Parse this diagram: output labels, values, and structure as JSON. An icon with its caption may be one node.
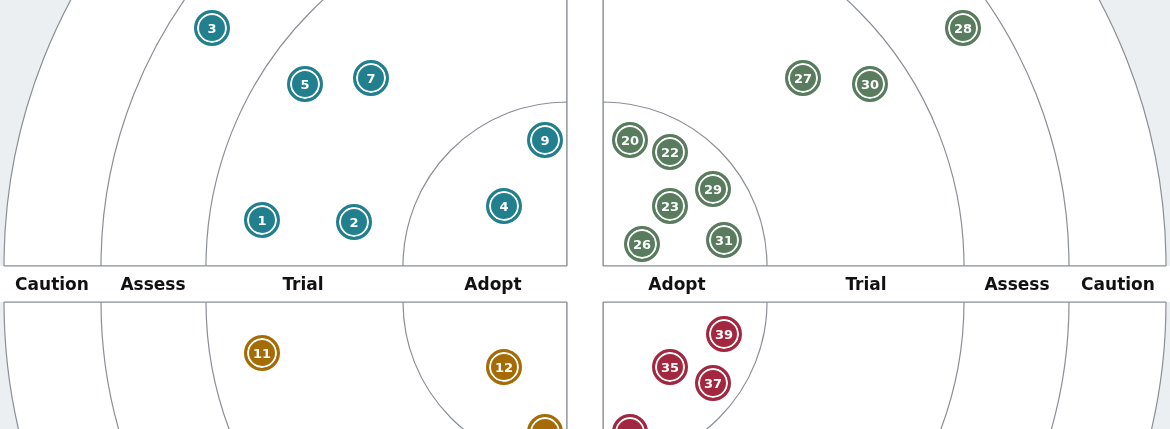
{
  "diagram": {
    "nodes": [
      {
        "text": [
          "3"
        ]
      },
      {
        "text": [
          "5"
        ]
      },
      {
        "text": [
          "7"
        ]
      },
      {
        "text": [
          "9"
        ]
      },
      {
        "text": [
          "1"
        ]
      },
      {
        "text": [
          "2"
        ]
      },
      {
        "text": [
          "4"
        ]
      },
      {
        "text": [
          "28"
        ]
      },
      {
        "text": [
          "27"
        ]
      },
      {
        "text": [
          "30"
        ]
      },
      {
        "text": [
          "20"
        ]
      },
      {
        "text": [
          "22"
        ]
      },
      {
        "text": [
          "29"
        ]
      },
      {
        "text": [
          "23"
        ]
      },
      {
        "text": [
          "31"
        ]
      },
      {
        "text": [
          "26"
        ]
      },
      {
        "text": [
          "11"
        ]
      },
      {
        "text": [
          "12"
        ]
      },
      {
        "text": [],
        "shape": "circle"
      },
      {
        "text": [
          "39"
        ]
      },
      {
        "text": [
          "35"
        ]
      },
      {
        "text": [
          "37"
        ]
      },
      {
        "text": [],
        "shape": "circle"
      }
    ],
    "labels": [
      "Caution",
      "Assess",
      "Trial",
      "Adopt",
      "Adopt",
      "Trial",
      "Assess",
      "Caution"
    ]
  }
}
